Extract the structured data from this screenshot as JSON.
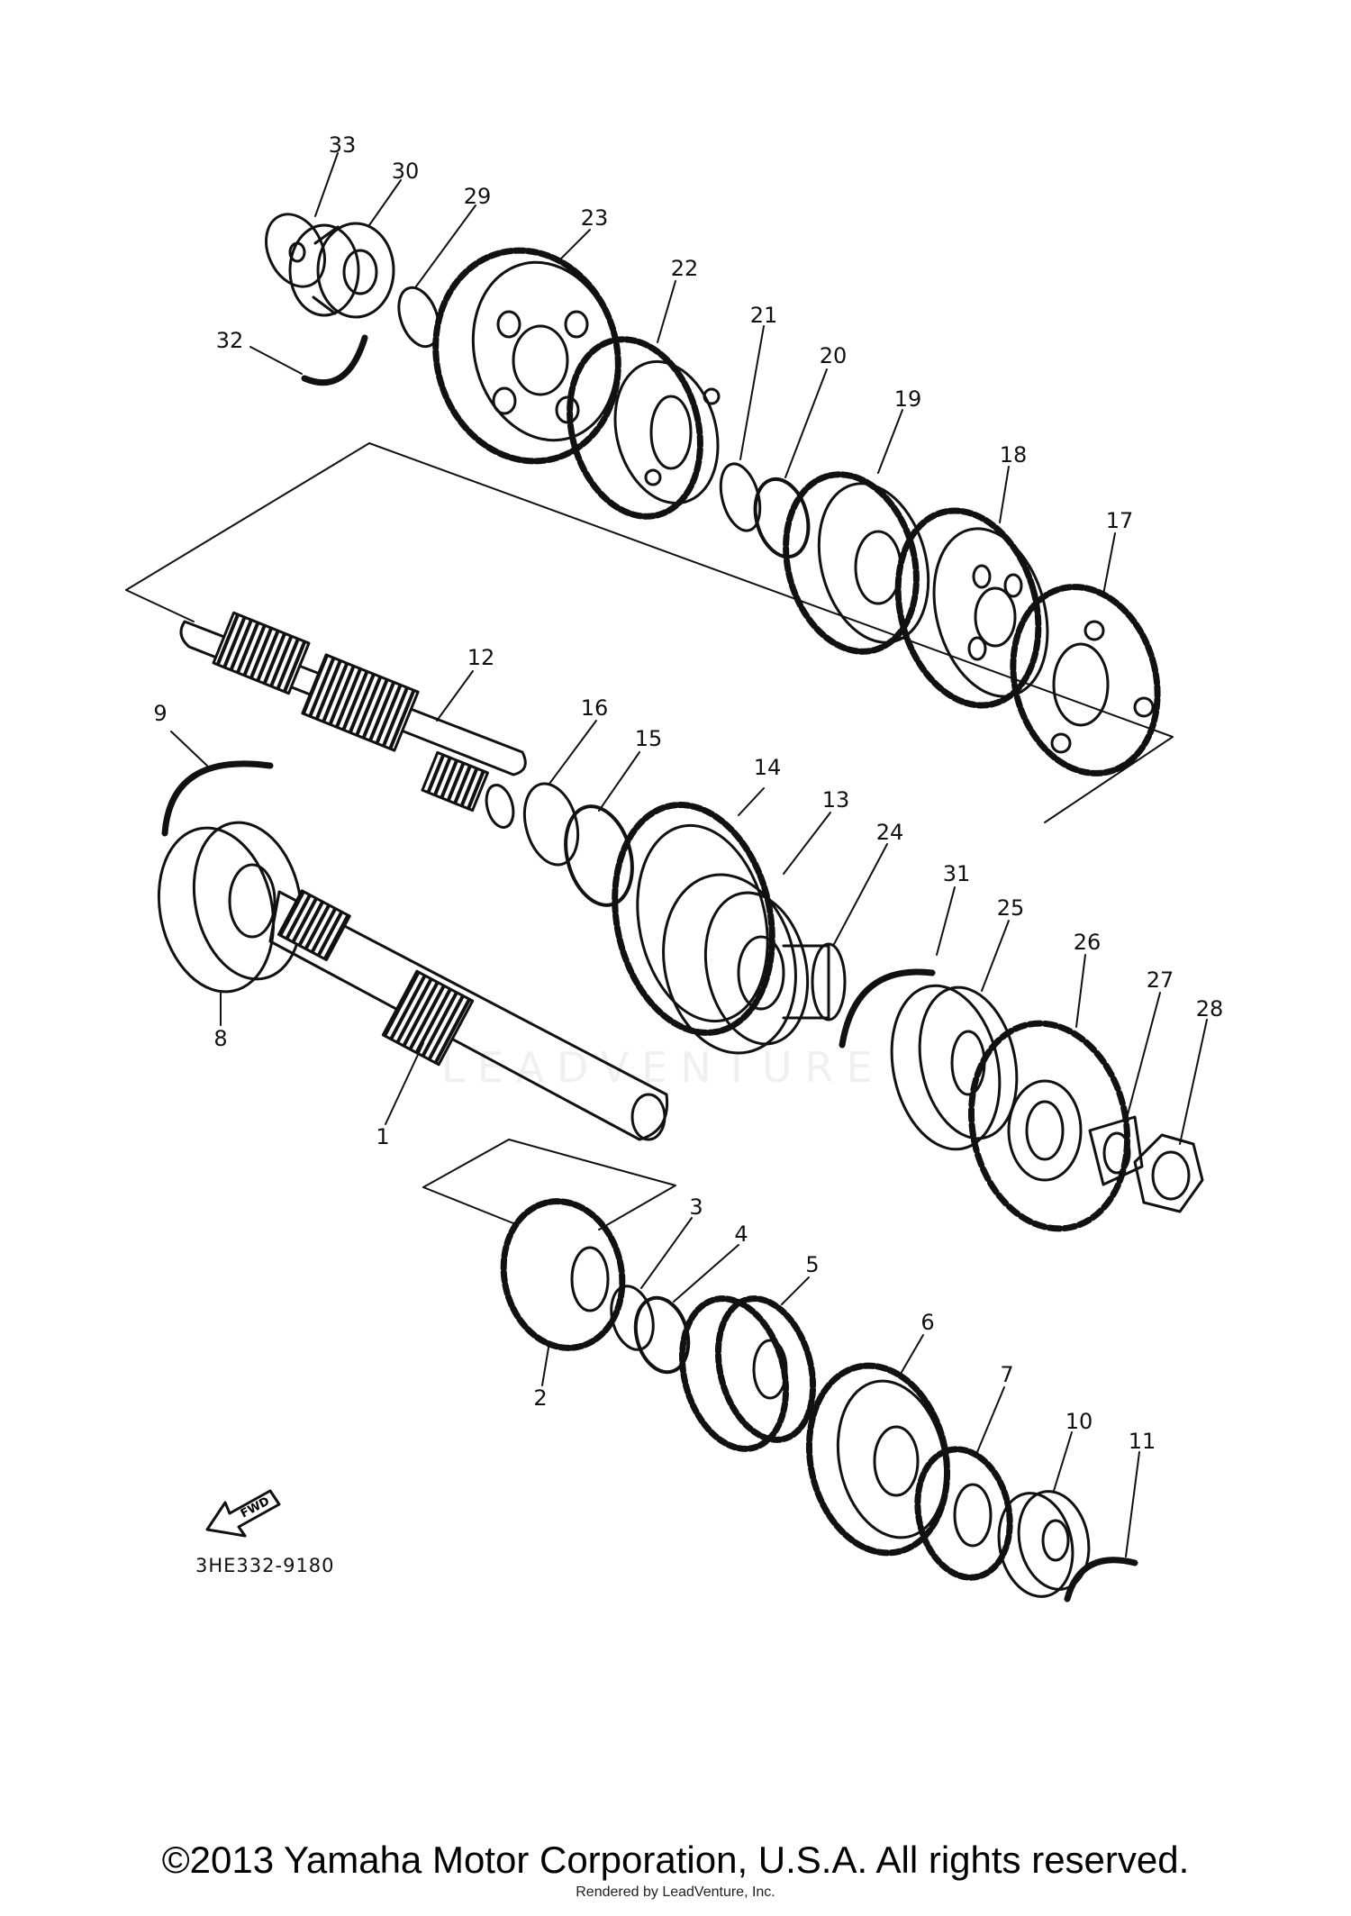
{
  "diagram": {
    "part_number": "3HE332-9180",
    "fwd_label": "FWD",
    "watermark": "LEADVENTURE",
    "callouts": [
      "1",
      "2",
      "3",
      "4",
      "5",
      "6",
      "7",
      "8",
      "9",
      "10",
      "11",
      "12",
      "13",
      "14",
      "15",
      "16",
      "17",
      "18",
      "19",
      "20",
      "21",
      "22",
      "23",
      "24",
      "25",
      "26",
      "27",
      "28",
      "29",
      "30",
      "31",
      "32",
      "33"
    ]
  },
  "footer": {
    "copyright": "©2013 Yamaha Motor Corporation, U.S.A. All rights reserved.",
    "rendered_by": "Rendered by LeadVenture, Inc."
  },
  "icons": [
    "fwd-arrow-icon"
  ]
}
